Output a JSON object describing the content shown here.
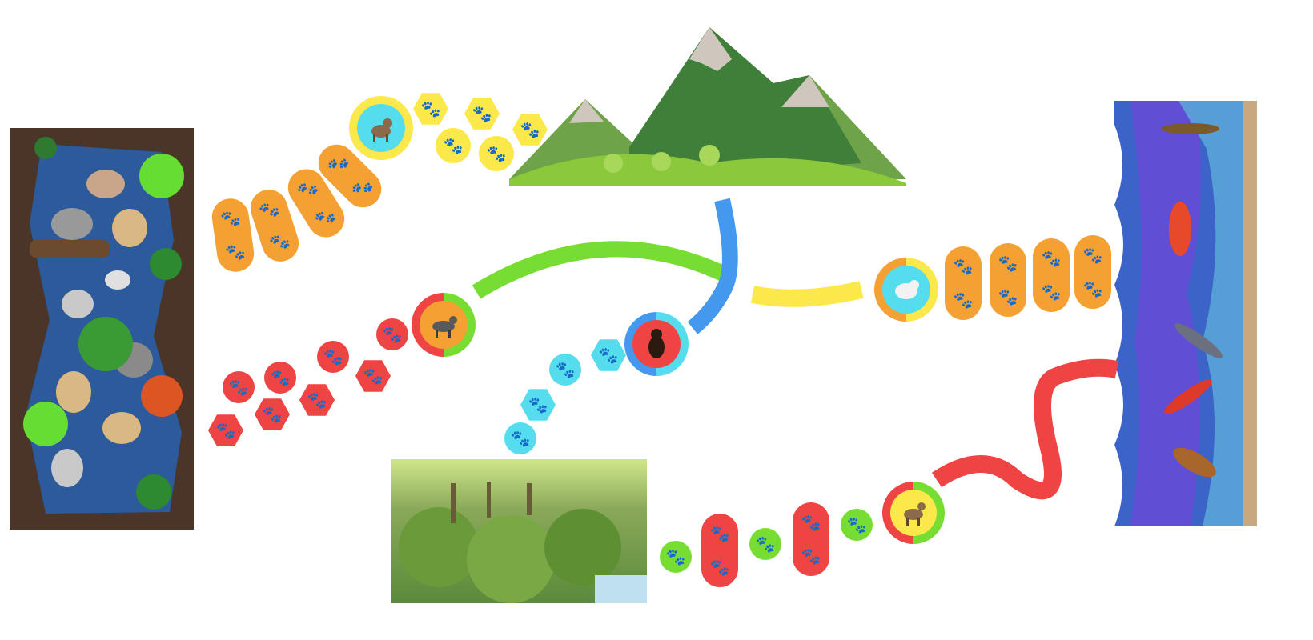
{
  "colors": {
    "orange": "#f5a033",
    "yellow": "#fbe84a",
    "green": "#77dd33",
    "red": "#ee4444",
    "cyan": "#55ddee",
    "blue": "#4499ee",
    "black": "#222222",
    "white": "#ffffff"
  },
  "boards": {
    "river_habitat": {
      "icon": "river-rocks-plants-board"
    },
    "mountain": {
      "icon": "mountain-board"
    },
    "forest": {
      "icon": "forest-photo-board"
    },
    "lake": {
      "icon": "lake-fish-board"
    }
  },
  "animals": {
    "lynx": {
      "icon": "lynx-icon"
    },
    "wolf": {
      "icon": "wolf-icon"
    },
    "bear": {
      "icon": "bear-icon"
    },
    "mountain_goat": {
      "icon": "mountain-goat-icon"
    },
    "deer": {
      "icon": "deer-icon"
    }
  }
}
